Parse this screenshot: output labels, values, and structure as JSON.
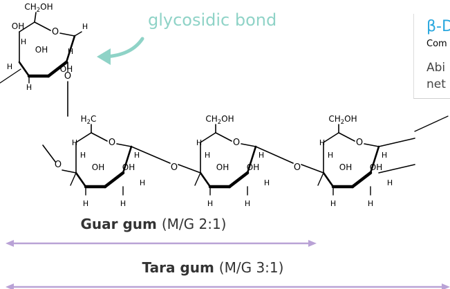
{
  "annotation": {
    "label": "glycosidic bond"
  },
  "gums": [
    {
      "name": "Guar gum",
      "ratio": "(M/G 2:1)"
    },
    {
      "name": "Tara gum",
      "ratio": "(M/G 3:1)"
    }
  ],
  "callout": {
    "title": "β-D",
    "subtitle": "Com",
    "line1": "Abi",
    "line2": "net"
  },
  "atoms": {
    "ch2oh": "CH2OH",
    "h2c": "H2C",
    "oh": "OH",
    "h": "H",
    "o": "O",
    "ch": "CH",
    "h2": "H",
    "sub2": "2"
  },
  "colors": {
    "accent_teal": "#8fd3c7",
    "arrow_purple": "#b9a2d6",
    "callout_blue": "#29a7de",
    "bond": "#000000",
    "text_dark": "#333333"
  }
}
